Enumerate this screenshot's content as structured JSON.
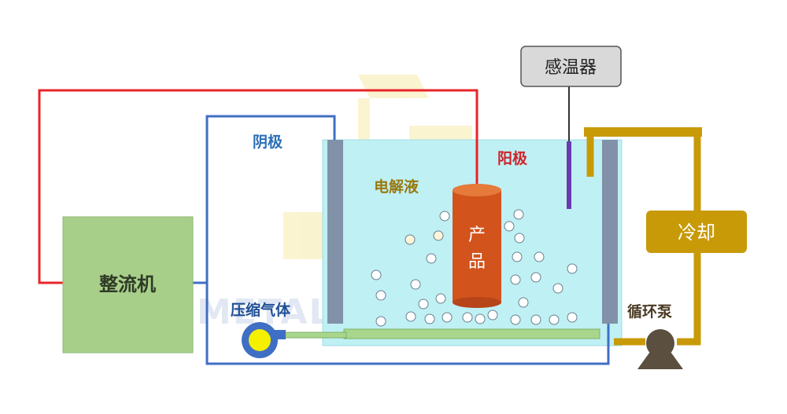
{
  "labels": {
    "rectifier": "整流机",
    "cathode": "阴极",
    "anode": "阳极",
    "electrolyte": "电解液",
    "product_line1": "产",
    "product_line2": "品",
    "sensor": "感温器",
    "cooling": "冷却",
    "pump": "循环泵",
    "compressed_gas": "压缩气体"
  },
  "watermark": "METAL FINISHING",
  "colors": {
    "red_wire": "#e8242a",
    "blue_wire": "#3f6fc4",
    "tank_fill": "#bff0f4",
    "electrode": "#8191a8",
    "product": "#d2531c",
    "cooling_pipe": "#c89a08",
    "rectifier_fill": "#a8cf8a",
    "sparger": "#a8d68c",
    "sensor_rod": "#6a3ab2",
    "cathode_text": "#2a6db8",
    "anode_text": "#d0232a",
    "electrolyte_text": "#9a7a10"
  }
}
